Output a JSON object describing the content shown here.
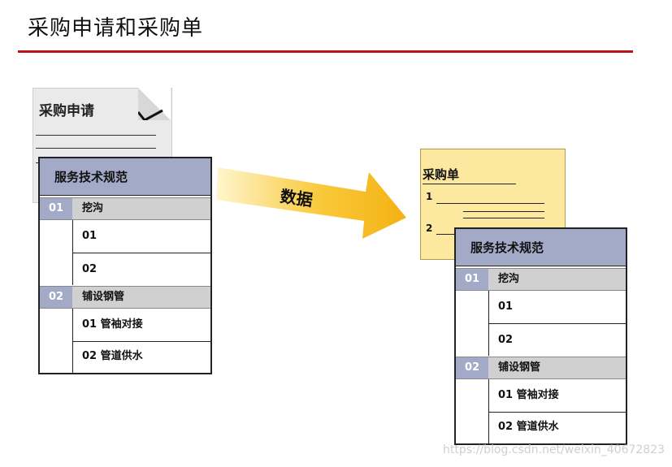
{
  "title": "采购申请和采购单",
  "request_doc": {
    "title": "采购申请"
  },
  "arrow": {
    "label": "数据"
  },
  "order_doc": {
    "title": "采购单",
    "line_numbers": [
      "1",
      "2"
    ]
  },
  "spec_left": {
    "header": "服务技术规范",
    "sections": [
      {
        "num": "01",
        "label": "挖沟",
        "items": [
          "01",
          "02"
        ]
      },
      {
        "num": "02",
        "label": "铺设钢管",
        "items": [
          "01 管袖对接",
          "02 管道供水"
        ]
      }
    ]
  },
  "spec_right": {
    "header": "服务技术规范",
    "sections": [
      {
        "num": "01",
        "label": "挖沟",
        "items": [
          "01",
          "02"
        ]
      },
      {
        "num": "02",
        "label": "铺设钢管",
        "items": [
          "01 管袖对接",
          "02 管道供水"
        ]
      }
    ]
  },
  "watermark": "https://blog.csdn.net/weixin_40672823",
  "colors": {
    "rule": "#c0101a",
    "arrow": "#f7b81e",
    "table_header": "#a3aac8",
    "order_doc": "#fde8a0"
  }
}
